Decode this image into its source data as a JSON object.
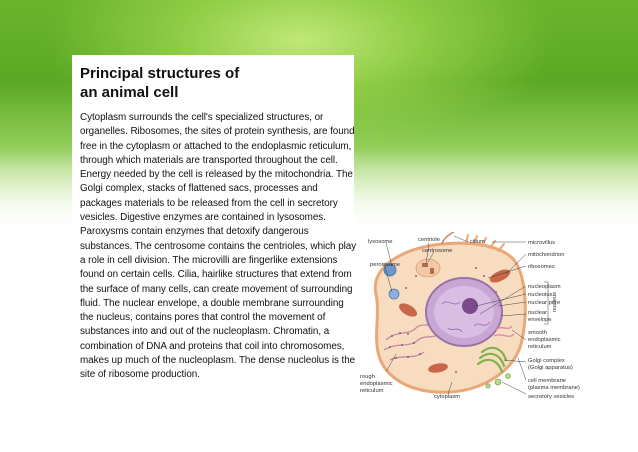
{
  "slide": {
    "title_line1": "Principal structures of",
    "title_line2": "an animal cell",
    "body": "Cytoplasm surrounds the cell's specialized structures, or organelles. Ribosomes, the sites of protein synthesis, are found free in the cytoplasm or attached to the endoplasmic reticulum, through which materials are transported throughout the cell. Energy needed by the cell is released by the mitochondria. The Golgi complex, stacks of flattened sacs, processes and packages materials to be released from the cell in secretory vesicles. Digestive enzymes are contained in lysosomes. Paroxysms contain enzymes that detoxify dangerous substances. The centrosome contains the centrioles, which play a role in cell division. The microvilli are fingerlike extensions found on certain cells. Cilia, hairlike structures that extend from the surface of many cells, can create movement of surrounding fluid. The nuclear envelope, a double membrane surrounding the nucleus, contains pores that control the movement of substances into and out of the nucleoplasm. Chromatin, a combination of DNA and proteins that coil into chromosomes, makes up much of the nucleoplasm. The dense nucleolus is the site of ribosome production."
  },
  "diagram": {
    "labels": {
      "lysosome": "lysosome",
      "centriole": "centriole",
      "cilium": "cilium",
      "microvillus": "microvillus",
      "peroxisome": "peroxisome",
      "centrosome": "centrosome",
      "mitochondrion": "mitochondrion",
      "ribosomes": "ribosomes",
      "nucleoplasm": "nucleoplasm",
      "nucleolus": "nucleolus",
      "nuclear_pore": "nuclear pore",
      "nuclear_envelope_1": "nuclear",
      "nuclear_envelope_2": "envelope",
      "nucleus_bracket": "nucleus",
      "smooth_er_1": "smooth",
      "smooth_er_2": "endoplasmic",
      "smooth_er_3": "reticulum",
      "golgi_1": "Golgi complex",
      "golgi_2": "(Golgi apparatus)",
      "rough_er_1": "rough",
      "rough_er_2": "endoplasmic",
      "rough_er_3": "reticulum",
      "cytoplasm": "cytoplasm",
      "cell_membrane_1": "cell membrane",
      "cell_membrane_2": "(plasma membrane)",
      "secretory_vesicles": "secretory vesicles"
    },
    "colors": {
      "banner_green": "#5aa823",
      "cell_membrane": "#e8a878",
      "cytoplasm": "#f7dcc0",
      "nucleus": "#c9a7d4",
      "nucleolus": "#7a4a8c",
      "mitochondrion": "#c8664a",
      "golgi": "#7fb34a",
      "vesicle": "#6e96c9"
    }
  }
}
